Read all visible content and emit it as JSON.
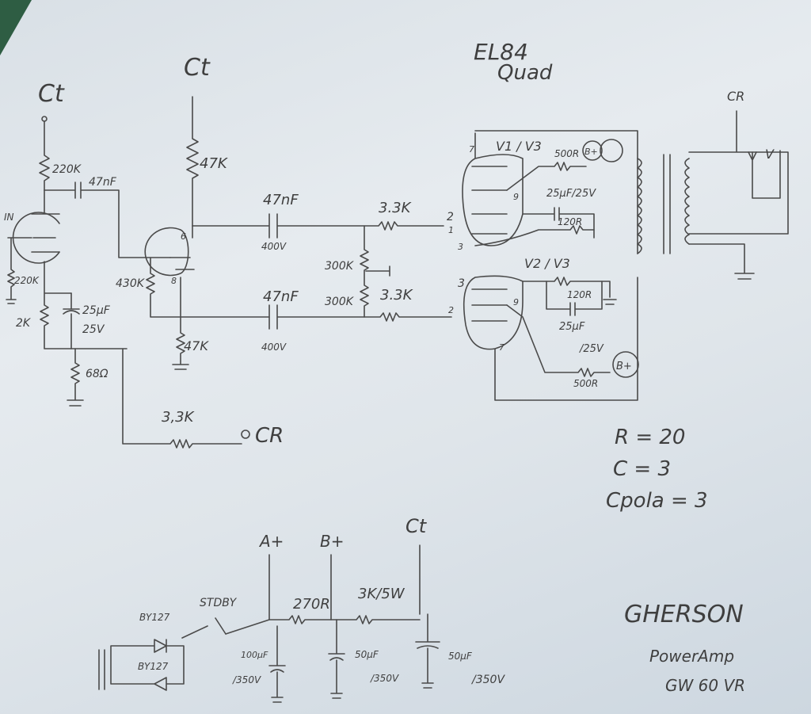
{
  "title": {
    "line1": "EL84",
    "line2": "Quad"
  },
  "supply_labels": {
    "ct_left": "Ct",
    "ct_mid": "Ct",
    "cr_top": "CR",
    "cr_feedback": "CR",
    "a_plus": "A+",
    "b_plus": "B+",
    "c_plus": "Ct"
  },
  "preamp": {
    "in": "IN",
    "r_plate1": "220K",
    "c_couple1": "47nF",
    "r_grid1": "220K",
    "r_cathode1": "2K",
    "c_cathode1_value": "25µF",
    "c_cathode1_voltage": "25V",
    "r_fb": "68Ω",
    "r_plate2": "47K",
    "r_grid2": "430K",
    "r_cathode2": "47K",
    "r_feedback": "3,3K"
  },
  "coupling": {
    "c_upper_value": "47nF",
    "c_upper_voltage": "400V",
    "c_lower_value": "47nF",
    "c_lower_voltage": "400V",
    "r_grid_upper": "300K",
    "r_grid_lower": "300K",
    "r_stop_upper": "3.3K",
    "r_stop_lower": "3.3K"
  },
  "output_stage": {
    "tube_upper": "V1 / V3",
    "tube_lower": "V2 / V3",
    "r_screen_upper": "500R",
    "r_screen_lower": "500R",
    "b_plus_upper": "B+",
    "b_plus_lower": "B+",
    "c_cathode_upper": "25µF/25V",
    "r_cathode_upper": "120R",
    "c_cathode_lower_value": "25µF",
    "c_cathode_lower_voltage": "/25V",
    "r_cathode_lower": "120R",
    "pins": {
      "p7a": "7",
      "p9a": "9",
      "p2a": "2",
      "p1a": "1",
      "p3a": "3",
      "p3b": "3",
      "p2b": "2",
      "p9b": "9",
      "p7b": "7"
    },
    "pot_label": "V"
  },
  "bom": {
    "r": "R = 20",
    "c": "C = 3",
    "cpola": "Cpola = 3"
  },
  "power": {
    "diode1": "BY127",
    "diode2": "BY127",
    "standby": "STDBY",
    "r1": "270R",
    "r2": "3K/5W",
    "c1_value": "100µF",
    "c1_voltage": "/350V",
    "c2_value": "50µF",
    "c2_voltage": "/350V",
    "c3_value": "50µF",
    "c3_voltage": "/350V"
  },
  "signature": {
    "name": "GHERSON",
    "line2": "PowerAmp",
    "line3": "GW 60 VR"
  }
}
